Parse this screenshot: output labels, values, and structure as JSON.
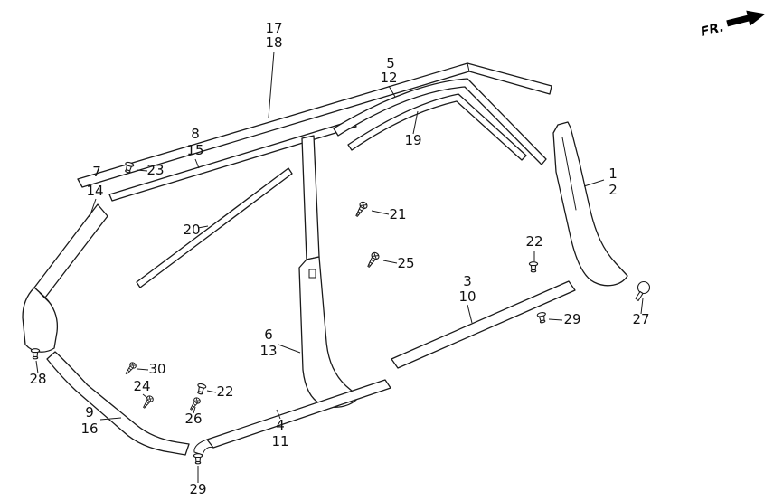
{
  "figure": {
    "background_color": "#ffffff",
    "line_color": "#1a1a1a",
    "fr_indicator": "FR.",
    "callouts": [
      {
        "label": "17"
      },
      {
        "label": "18"
      },
      {
        "label": "5"
      },
      {
        "label": "12"
      },
      {
        "label": "19"
      },
      {
        "label": "8"
      },
      {
        "label": "15"
      },
      {
        "label": "7"
      },
      {
        "label": "14"
      },
      {
        "label": "23"
      },
      {
        "label": "1"
      },
      {
        "label": "2"
      },
      {
        "label": "21"
      },
      {
        "label": "20"
      },
      {
        "label": "22"
      },
      {
        "label": "25"
      },
      {
        "label": "3"
      },
      {
        "label": "10"
      },
      {
        "label": "27"
      },
      {
        "label": "29"
      },
      {
        "label": "6"
      },
      {
        "label": "13"
      },
      {
        "label": "28"
      },
      {
        "label": "30"
      },
      {
        "label": "24"
      },
      {
        "label": "22"
      },
      {
        "label": "26"
      },
      {
        "label": "9"
      },
      {
        "label": "16"
      },
      {
        "label": "4"
      },
      {
        "label": "11"
      },
      {
        "label": "29"
      }
    ]
  }
}
